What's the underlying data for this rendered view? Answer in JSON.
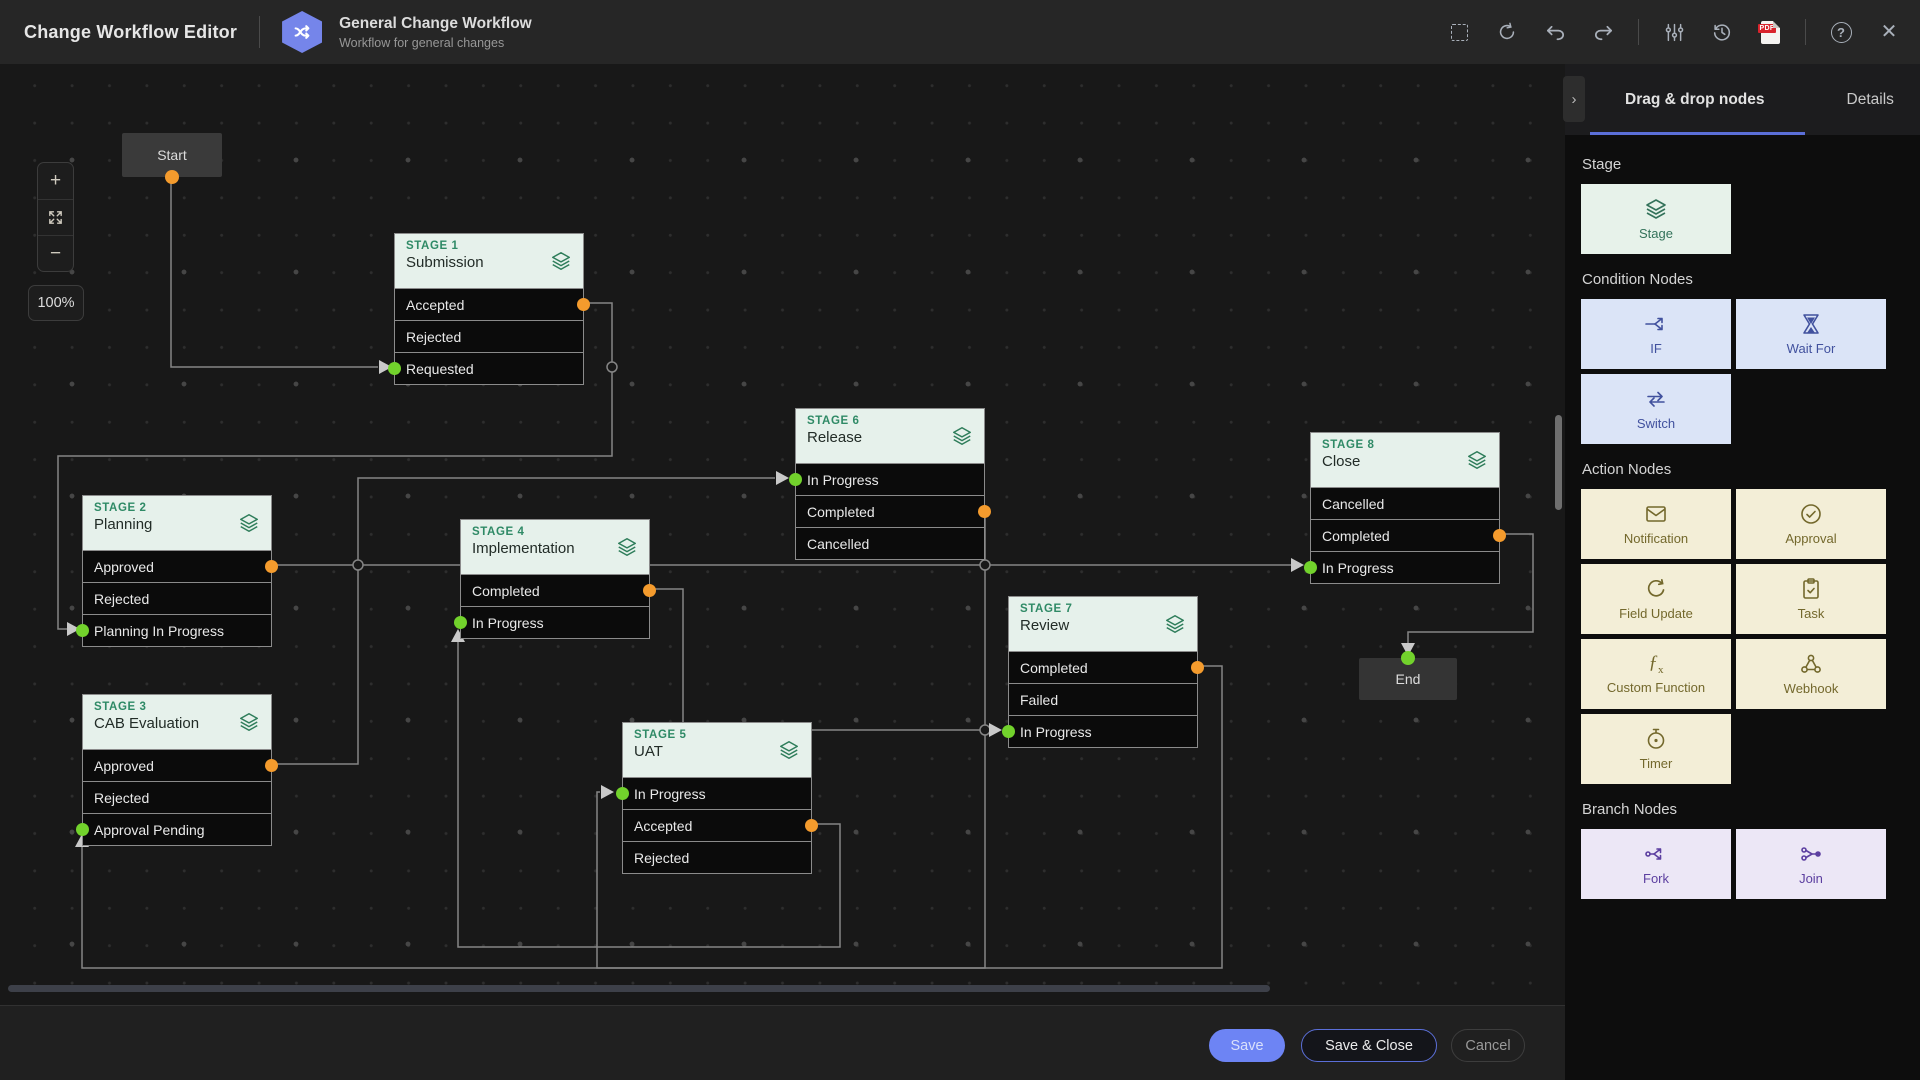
{
  "header": {
    "app_title": "Change Workflow Editor",
    "workflow_title": "General Change Workflow",
    "workflow_subtitle": "Workflow for general changes",
    "toolbar_icons": [
      "marquee-select",
      "refresh",
      "undo",
      "redo",
      "adjustments",
      "history",
      "export-pdf",
      "help",
      "close"
    ],
    "help_glyph": "?",
    "close_glyph": "✕",
    "pdf_label": "PDF"
  },
  "canvas": {
    "zoom_controls": {
      "zoom_in": "+",
      "zoom_out": "−",
      "zoom_level": "100%"
    },
    "start": {
      "label": "Start"
    },
    "end": {
      "label": "End"
    },
    "stages": [
      {
        "tag": "STAGE 1",
        "name": "Submission",
        "rows": [
          {
            "label": "Accepted",
            "port": "out"
          },
          {
            "label": "Rejected",
            "port": ""
          },
          {
            "label": "Requested",
            "port": "in"
          }
        ]
      },
      {
        "tag": "STAGE 2",
        "name": "Planning",
        "rows": [
          {
            "label": "Approved",
            "port": "out"
          },
          {
            "label": "Rejected",
            "port": ""
          },
          {
            "label": "Planning In Progress",
            "port": "in"
          }
        ]
      },
      {
        "tag": "STAGE 3",
        "name": "CAB Evaluation",
        "rows": [
          {
            "label": "Approved",
            "port": "out"
          },
          {
            "label": "Rejected",
            "port": ""
          },
          {
            "label": "Approval Pending",
            "port": "in"
          }
        ]
      },
      {
        "tag": "STAGE 4",
        "name": "Implementation",
        "rows": [
          {
            "label": "Completed",
            "port": "out"
          },
          {
            "label": "In Progress",
            "port": "in"
          }
        ]
      },
      {
        "tag": "STAGE 5",
        "name": "UAT",
        "rows": [
          {
            "label": "In Progress",
            "port": "in"
          },
          {
            "label": "Accepted",
            "port": "out"
          },
          {
            "label": "Rejected",
            "port": ""
          }
        ]
      },
      {
        "tag": "STAGE 6",
        "name": "Release",
        "rows": [
          {
            "label": "In Progress",
            "port": "in"
          },
          {
            "label": "Completed",
            "port": "out"
          },
          {
            "label": "Cancelled",
            "port": ""
          }
        ]
      },
      {
        "tag": "STAGE 7",
        "name": "Review",
        "rows": [
          {
            "label": "Completed",
            "port": "out"
          },
          {
            "label": "Failed",
            "port": ""
          },
          {
            "label": "In Progress",
            "port": "in"
          }
        ]
      },
      {
        "tag": "STAGE 8",
        "name": "Close",
        "rows": [
          {
            "label": "Cancelled",
            "port": ""
          },
          {
            "label": "Completed",
            "port": "out"
          },
          {
            "label": "In Progress",
            "port": "in"
          }
        ]
      }
    ]
  },
  "sidebar": {
    "tabs": [
      {
        "label": "Drag & drop nodes",
        "active": true
      },
      {
        "label": "Details",
        "active": false
      }
    ],
    "sections": [
      {
        "title": "Stage",
        "tiles": [
          {
            "label": "Stage",
            "icon": "layers-icon"
          }
        ]
      },
      {
        "title": "Condition Nodes",
        "tiles": [
          {
            "label": "IF",
            "icon": "branch-arrow-icon"
          },
          {
            "label": "Wait For",
            "icon": "hourglass-icon"
          },
          {
            "label": "Switch",
            "icon": "switch-arrows-icon"
          }
        ]
      },
      {
        "title": "Action Nodes",
        "tiles": [
          {
            "label": "Notification",
            "icon": "envelope-icon"
          },
          {
            "label": "Approval",
            "icon": "check-circle-icon"
          },
          {
            "label": "Field Update",
            "icon": "refresh-icon"
          },
          {
            "label": "Task",
            "icon": "clipboard-check-icon"
          },
          {
            "label": "Custom Function",
            "icon": "fx-icon"
          },
          {
            "label": "Webhook",
            "icon": "webhook-icon"
          },
          {
            "label": "Timer",
            "icon": "stopwatch-icon"
          }
        ]
      },
      {
        "title": "Branch Nodes",
        "tiles": [
          {
            "label": "Fork",
            "icon": "fork-icon"
          },
          {
            "label": "Join",
            "icon": "join-icon"
          }
        ]
      }
    ]
  },
  "footer": {
    "save_label": "Save",
    "save_close_label": "Save & Close",
    "cancel_label": "Cancel"
  },
  "colors": {
    "accent": "#5b6fd8",
    "hexagon_brand": "#7585ea",
    "stage_header_bg": "#e6f1eb",
    "stage_tag_green": "#2f8a66",
    "out_port_orange": "#f49b2d",
    "in_port_green": "#72d22c",
    "edge_gray": "#858585"
  }
}
